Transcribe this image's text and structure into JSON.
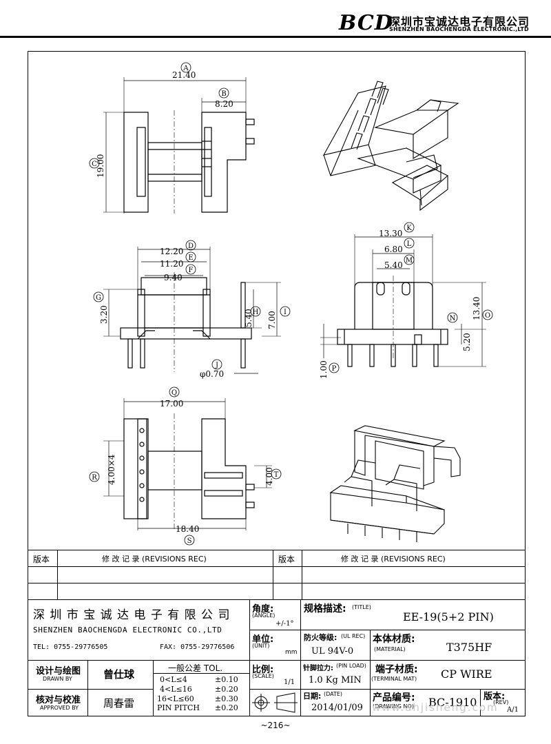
{
  "header": {
    "logo": "BCD",
    "company_cn": "深圳市宝诚达电子有限公司",
    "company_en": "SHENZHEN BAOCHENGDA ELECTRONIC.,LTD"
  },
  "drawing": {
    "top_view": {
      "A": "A",
      "B": "B",
      "C": "C",
      "dim_A": "21.40",
      "dim_B": "8.20",
      "dim_C": "19.00"
    },
    "front_view": {
      "D": "D",
      "E": "E",
      "F": "F",
      "G": "G",
      "H": "H",
      "I": "I",
      "J": "J",
      "dim_D": "12.20",
      "dim_E": "11.20",
      "dim_F": "9.40",
      "dim_G": "3.20",
      "dim_H": "5.40",
      "dim_I": "7.00",
      "dim_J": "φ0.70"
    },
    "side_view": {
      "K": "K",
      "L": "L",
      "M": "M",
      "N": "N",
      "O": "O",
      "P": "P",
      "dim_K": "13.30",
      "dim_L": "6.80",
      "dim_M": "5.40",
      "dim_N": "5.20",
      "dim_O": "13.40",
      "dim_P": "1.00"
    },
    "bottom_view": {
      "Q": "Q",
      "R": "R",
      "S": "S",
      "T": "T",
      "dim_Q": "17.00",
      "dim_R": "4.00×4",
      "dim_S": "18.40",
      "dim_T": "4.00"
    }
  },
  "revisions": {
    "col1": "版本",
    "col2": "修 改 记 录  (REVISIONS REC)",
    "col3": "版本",
    "col4": "修 改 记 录  (REVISIONS REC)"
  },
  "title_block": {
    "company_cn": "深 圳 市 宝 诚 达 电 子 有 限 公 司",
    "company_en": "SHENZHEN BAOCHENGDA ELECTRONIC CO.,LTD",
    "tel": "TEL: 0755-29776505",
    "fax": "FAX: 0755-29776506",
    "angle_label": "角度:",
    "angle_en": "(ANGLE)",
    "angle_value": "+/-1°",
    "title_label": "规格描述:",
    "title_en": "(TITLE)",
    "title_value": "EE-19(5+2 PIN)",
    "unit_label": "单位:",
    "unit_en": "(UNIT)",
    "unit_value": "mm",
    "ul_label": "防火等级:",
    "ul_en": "(UL REC)",
    "ul_value": "UL 94V-0",
    "material_label": "本体材质:",
    "material_en": "(MATERIAL)",
    "material_value": "T375HF",
    "drawn_label": "设计与绘图",
    "drawn_en": "DRAWN BY",
    "drawn_value": "曾仕球",
    "tol_label": "一般公差 TOL.",
    "tol_rows": [
      {
        "range": "0<L≤4",
        "value": "±0.10"
      },
      {
        "range": "4<L≤16",
        "value": "±0.20"
      },
      {
        "range": "16<L≤60",
        "value": "±0.30"
      },
      {
        "range": "PIN PITCH",
        "value": "±0.20"
      }
    ],
    "scale_label": "比例:",
    "scale_en": "(SCALE)",
    "scale_value": "1/1",
    "pin_label": "针脚拉力:",
    "pin_en": "(PIN LOAD)",
    "pin_value": "1.0 Kg MIN",
    "terminal_label": "端子材质:",
    "terminal_en": "(TERMINAL MAT)",
    "terminal_value": "CP WIRE",
    "approved_label": "核对与校准",
    "approved_en": "APPROVED BY",
    "approved_value": "周春雷",
    "date_label": "日期:",
    "date_en": "(DATE)",
    "date_value": "2014/01/09",
    "drawing_no_label": "产品编号:",
    "drawing_no_en": "(DRAWING NO)",
    "drawing_no_value": "BC-1910",
    "rev_label": "版本:",
    "rev_en": "(REV)",
    "rev_value": "A/1"
  },
  "watermark": "www.ahjisheng.com",
  "page_number": "~216~"
}
